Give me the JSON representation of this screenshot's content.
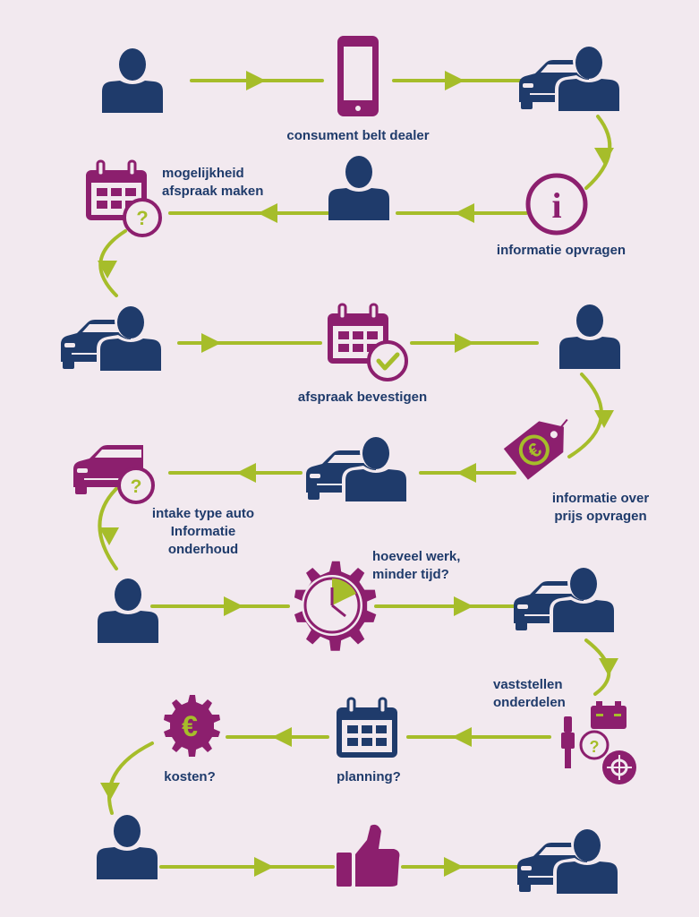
{
  "colors": {
    "background": "#f2e9ef",
    "navy": "#1f3b6b",
    "purple": "#8c1f6e",
    "lime": "#a6bd2a"
  },
  "labels": {
    "consument_belt_dealer": "consument belt dealer",
    "mogelijkheid_line1": "mogelijkheid",
    "mogelijkheid_line2": "afspraak maken",
    "informatie_opvragen": "informatie opvragen",
    "afspraak_bevestigen": "afspraak bevestigen",
    "prijs_line1": "informatie over",
    "prijs_line2": "prijs opvragen",
    "intake_line1": "intake type auto",
    "intake_line2": "Informatie",
    "intake_line3": "onderhoud",
    "werk_line1": "hoeveel werk,",
    "werk_line2": "minder tijd?",
    "onderdelen_line1": "vaststellen",
    "onderdelen_line2": "onderdelen",
    "kosten": "kosten?",
    "planning": "planning?"
  },
  "icons": {
    "euro_symbol": "€",
    "question_symbol": "?",
    "info_symbol": "i"
  }
}
